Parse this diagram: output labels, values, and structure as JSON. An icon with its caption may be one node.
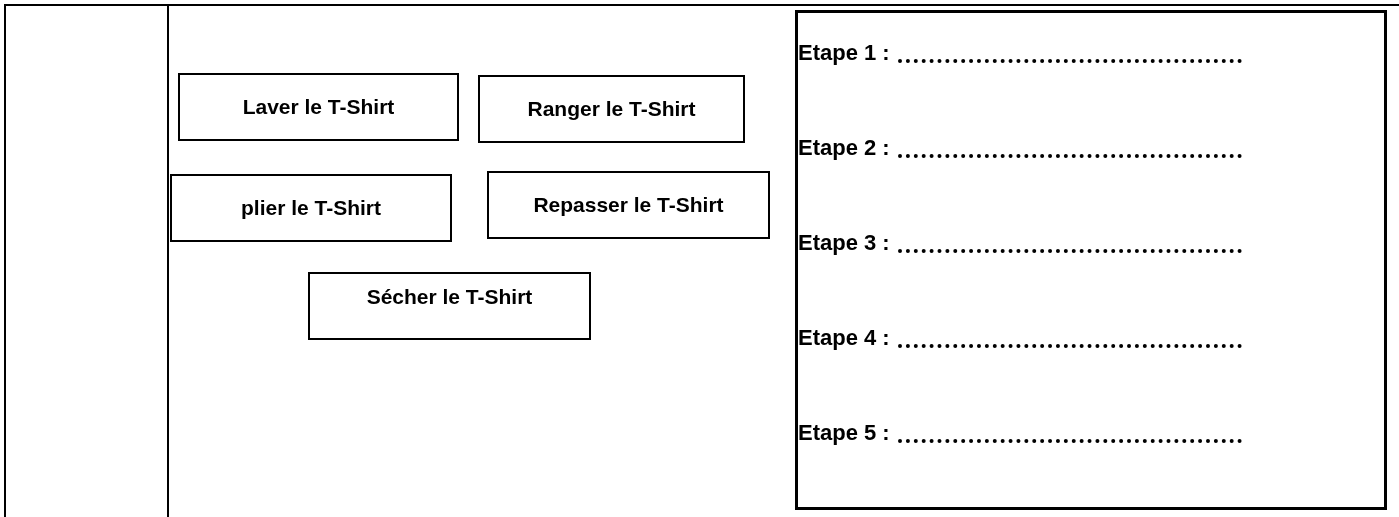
{
  "diagram": {
    "nodes": [
      {
        "text": [
          "Laver le T-Shirt"
        ]
      },
      {
        "text": [
          "Ranger le T-Shirt"
        ]
      },
      {
        "text": [
          "plier le T-Shirt"
        ]
      },
      {
        "text": [
          "Repasser le T-Shirt"
        ]
      },
      {
        "text": [
          "Sécher le T-Shirt"
        ]
      },
      {
        "text": [
          "Etape 1 :",
          "Etape 2 :",
          "Etape 3 :",
          "Etape 4 :",
          "Etape 5 :"
        ]
      }
    ]
  }
}
